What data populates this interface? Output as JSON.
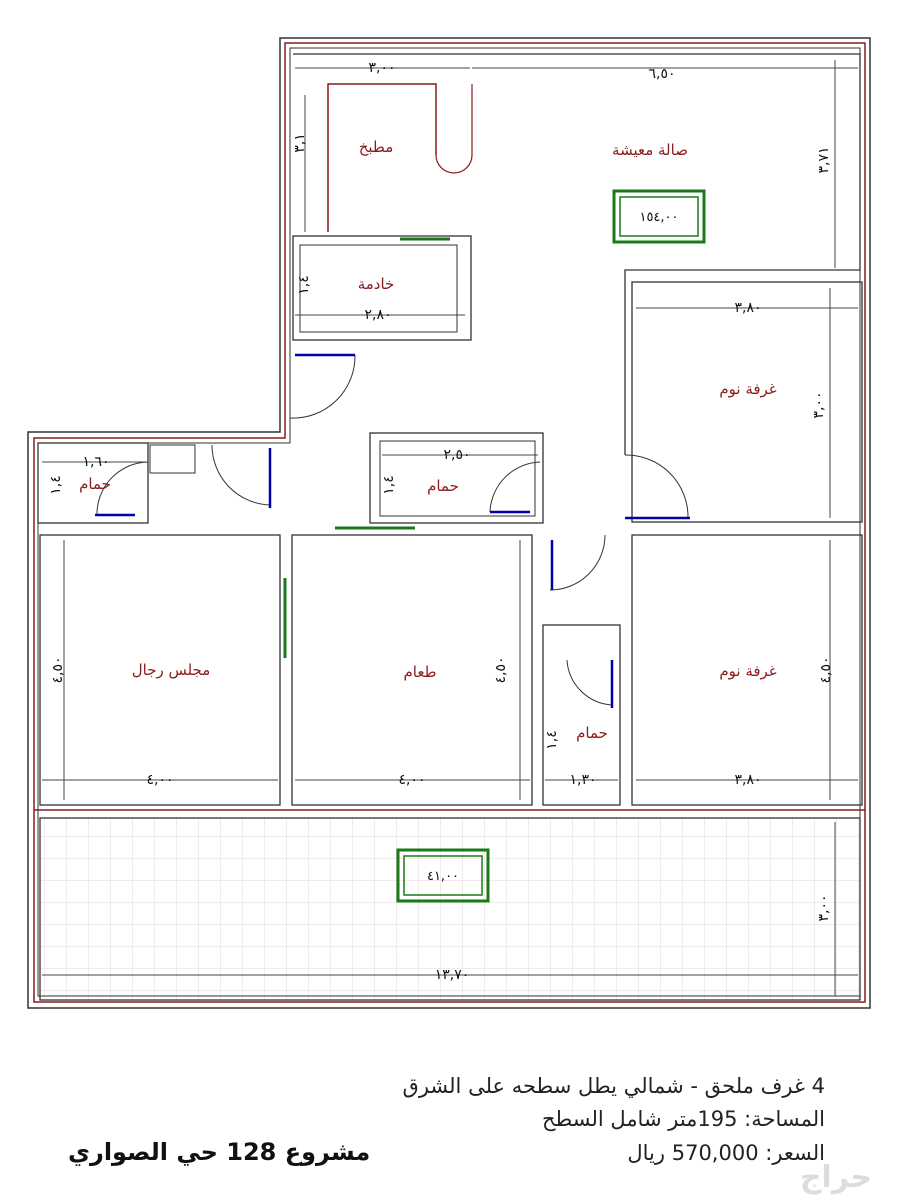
{
  "plan": {
    "rooms": {
      "living": "صالة معيشة",
      "kitchen": "مطبخ",
      "maid": "خادمة",
      "bedroom_1": "غرفة نوم",
      "bedroom_2": "غرفة نوم",
      "bath_left": "حمام",
      "bath_center": "حمام",
      "bath_small": "حمام",
      "majlis": "مجلس رجال",
      "dining": "طعام"
    },
    "dimensions": {
      "kitchen_width": "٣,٠٠",
      "living_width": "٦,٥٠",
      "right_height_top": "٣,٧١",
      "kitchen_height": "٣,١",
      "maid_width": "٢,٨٠",
      "maid_height": "١,٤",
      "bed1_width": "٣,٨٠",
      "bed1_height": "٣,٠٠",
      "bath_left_width": "١,٦٠",
      "bath_left_height": "١,٤",
      "bath_center_width": "٢,٥٠",
      "bath_center_height": "١,٤",
      "majlis_height": "٤,٥٠",
      "dining_height": "٤,٥٠",
      "bed2_height": "٤,٥٠",
      "majlis_width": "٤,٠٠",
      "dining_width": "٤,٠٠",
      "bath_small_width": "١,٣٠",
      "bath_small_height": "١,٤",
      "bed2_width": "٣,٨٠",
      "roof_height": "٣,٠٠",
      "total_width": "١٣,٧٠"
    },
    "area_total": "١٥٤,٠٠",
    "area_roof": "٤١,٠٠"
  },
  "info": {
    "line1": "4 غرف ملحق - شمالي يطل سطحه على الشرق",
    "line2": "المساحة: 195متر شامل السطح",
    "line3": "السعر: 570,000 ريال",
    "project": "مشروع 128 حي الصواري"
  },
  "colors": {
    "wall": "#8b1a1a",
    "outline": "#333333",
    "door": "#0000aa",
    "window": "#1a7a1a"
  }
}
